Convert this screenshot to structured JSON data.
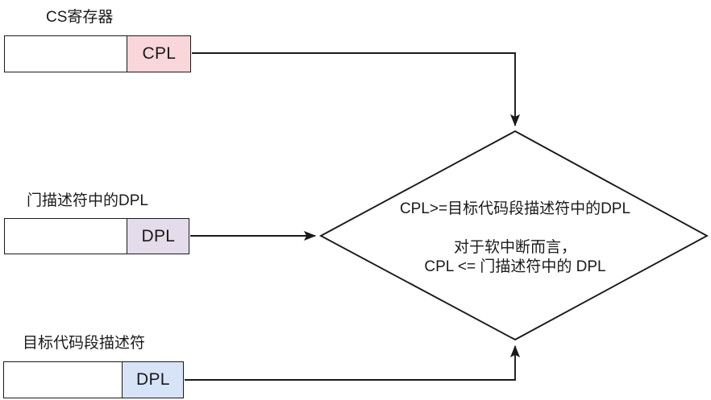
{
  "diagram": {
    "title_text": "CPL privilege check diagram",
    "colors": {
      "stroke": "#1a1a1a",
      "cpl_fill": "#f9d6da",
      "gate_dpl_fill": "#e4dcea",
      "code_dpl_fill": "#d7e4f8",
      "blank_fill": "#ffffff"
    },
    "bars": [
      {
        "caption": "CS寄存器",
        "blank_label": "",
        "tag_label": "CPL"
      },
      {
        "caption": "门描述符中的DPL",
        "blank_label": "",
        "tag_label": "DPL"
      },
      {
        "caption": "目标代码段描述符",
        "blank_label": "",
        "tag_label": "DPL"
      }
    ],
    "decision": {
      "line_1": "CPL>=目标代码段描述符中的DPL",
      "line_2": "对于软中断而言，",
      "line_3": "CPL <= 门描述符中的 DPL"
    },
    "connectors": [
      {
        "name": "cpl-to-decision-top",
        "from": "CPL",
        "to": "decision-top"
      },
      {
        "name": "gate-dpl-to-decision-left",
        "from": "DPL",
        "to": "decision-left"
      },
      {
        "name": "code-dpl-to-decision-bottom",
        "from": "DPL",
        "to": "decision-bottom"
      }
    ]
  }
}
